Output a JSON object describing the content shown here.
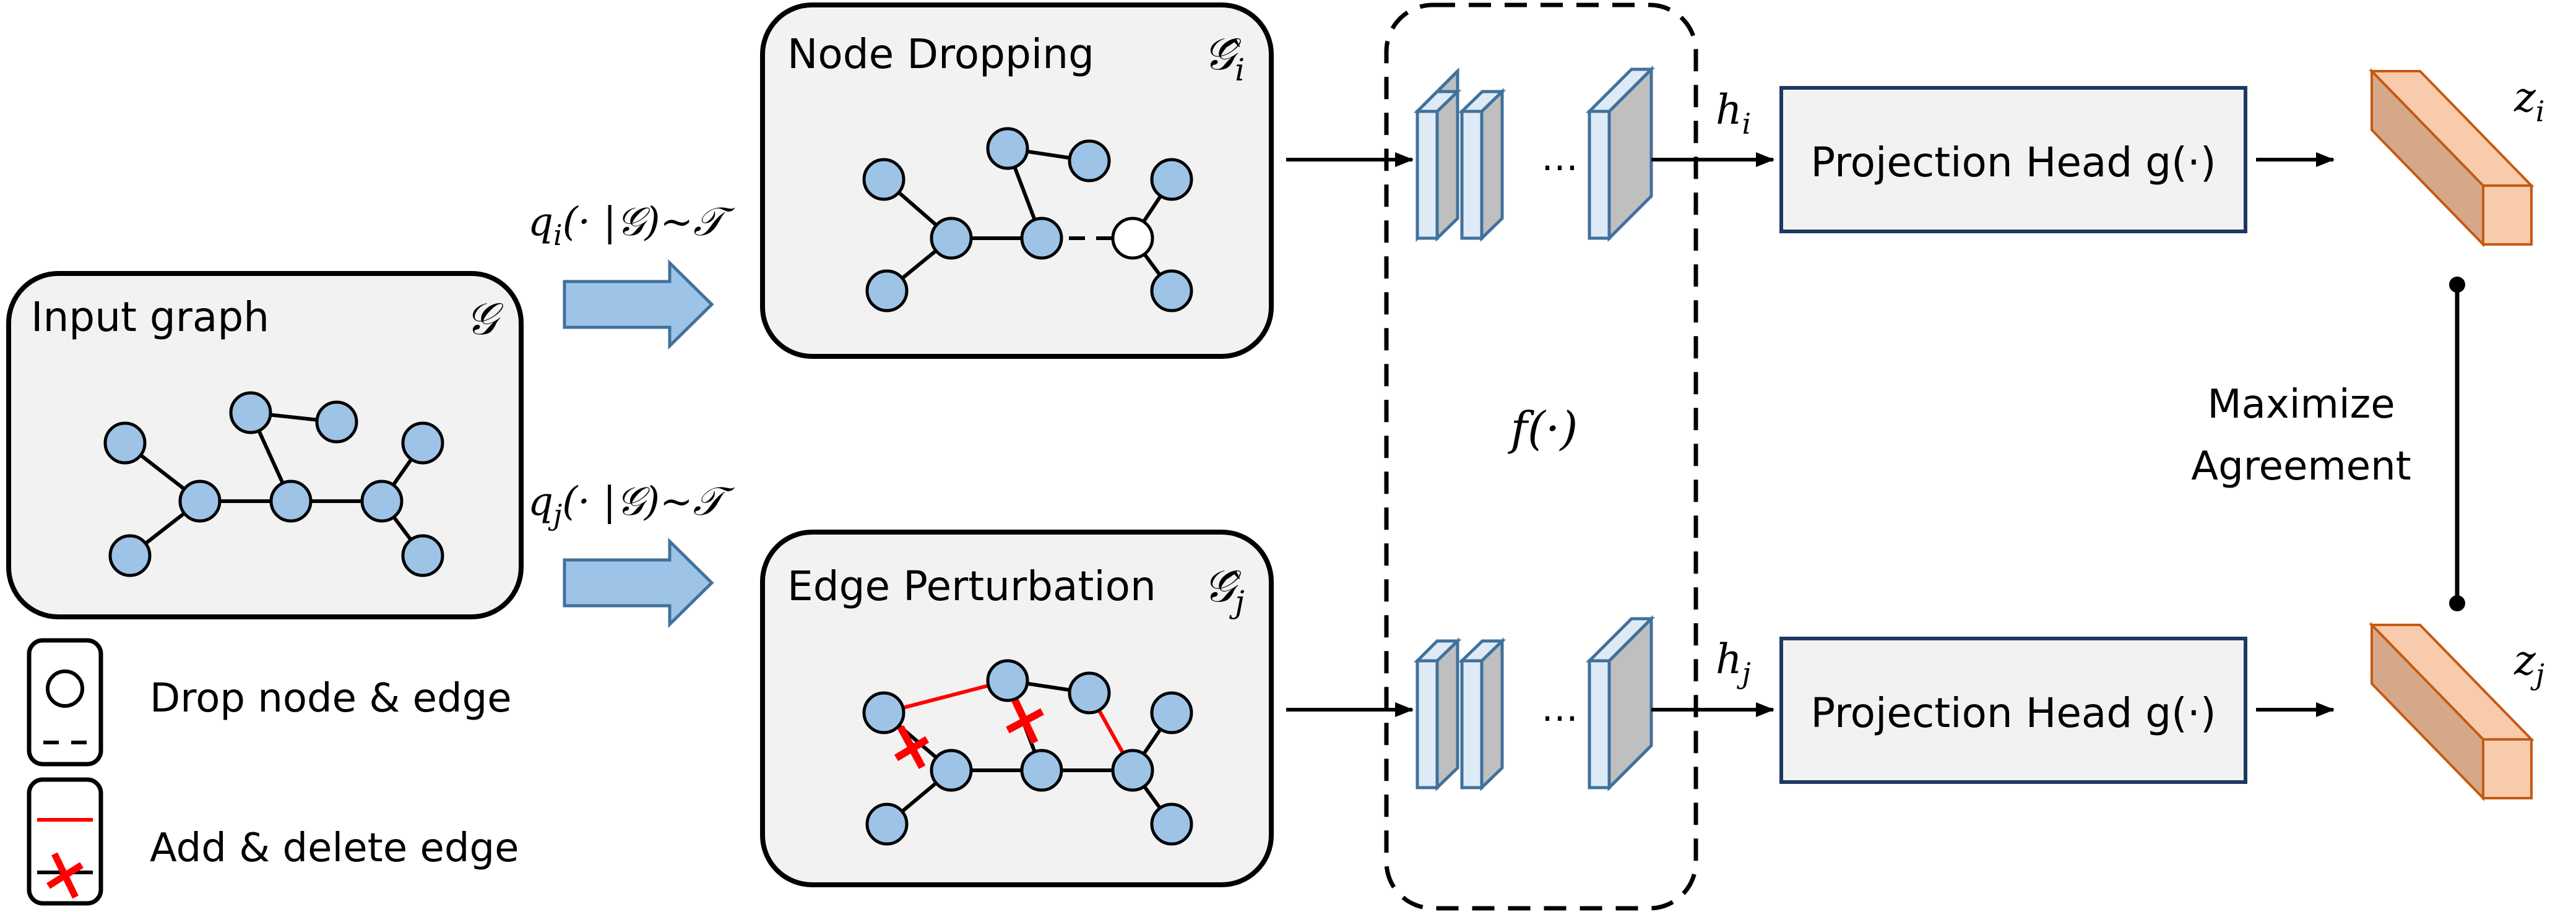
{
  "input_graph": {
    "title": "Input graph",
    "symbol": "𝒢"
  },
  "augmentations": [
    {
      "title": "Node Dropping",
      "symbol": "𝒢̂",
      "subscript": "i",
      "sampler": "q",
      "sampler_sub": "i",
      "sampler_args": "(· |𝒢)~𝒯"
    },
    {
      "title": "Edge Perturbation",
      "symbol": "𝒢̂",
      "subscript": "j",
      "sampler": "q",
      "sampler_sub": "j",
      "sampler_args": "(· |𝒢)~𝒯"
    }
  ],
  "encoder": {
    "label": "f(·)",
    "ellipsis": "…"
  },
  "branches": [
    {
      "h": "h",
      "h_sub": "i",
      "head": "Projection Head g(·)",
      "z": "z",
      "z_sub": "i"
    },
    {
      "h": "h",
      "h_sub": "j",
      "head": "Projection Head g(·)",
      "z": "z",
      "z_sub": "j"
    }
  ],
  "objective": {
    "line1": "Maximize",
    "line2": "Agreement"
  },
  "legend": [
    {
      "label": "Drop node & edge"
    },
    {
      "label": "Add & delete edge"
    }
  ],
  "colors": {
    "node_fill": "#9dc3e6",
    "box_fill": "#f2f2f2",
    "arrow_fill": "#9dc3e6",
    "encoder_front": "#deebf7",
    "encoder_side": "#bfbfbf",
    "embedding_front": "#f8cbad",
    "embedding_side": "#d6a88a",
    "perturb_edge": "#ff0000"
  }
}
